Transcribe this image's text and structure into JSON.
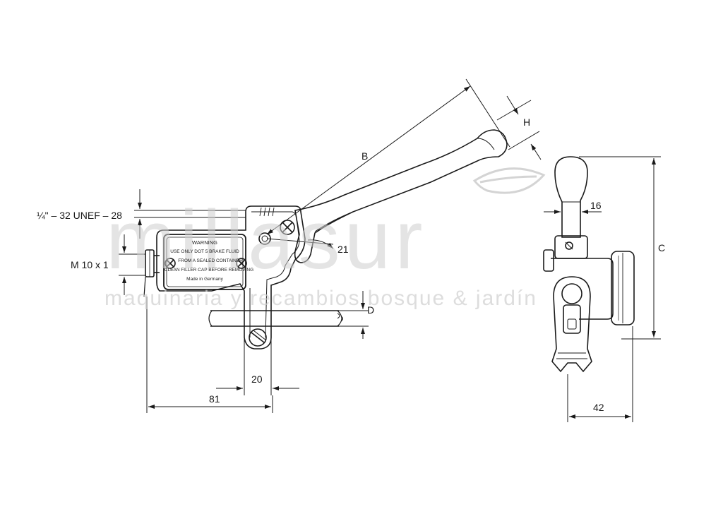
{
  "watermark": {
    "brand": "millasur",
    "tagline": "maquinaria y recambios bosque & jardín"
  },
  "dimensions": {
    "thread": "¼\" – 32 UNEF – 28",
    "m10": "M 10 x 1",
    "b": "B",
    "h": "H",
    "angle_21": "21",
    "d": "D",
    "w20": "20",
    "w81": "81",
    "w16": "16",
    "c": "C",
    "w42": "42"
  },
  "plate": {
    "line1": "WARNING",
    "line2": "USE ONLY DOT 5 BRAKE FLUID",
    "line3": "FROM A SEALED CONTAINER",
    "line4": "CLEAN FILLER CAP BEFORE REMOVING",
    "line5": "Made in Germany"
  }
}
